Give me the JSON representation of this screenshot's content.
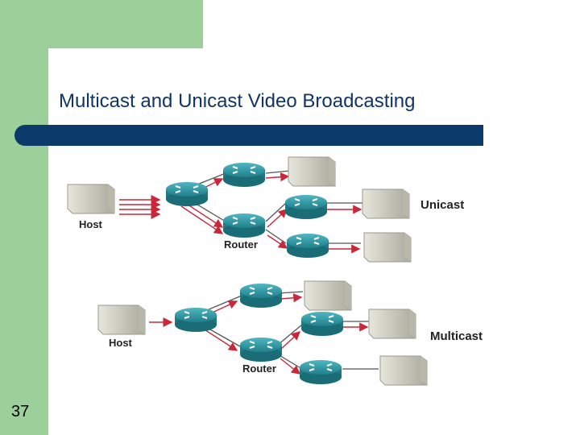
{
  "slide": {
    "title": "Multicast and Unicast Video Broadcasting",
    "page_number": "37"
  },
  "diagram": {
    "unicast": {
      "host_label": "Host",
      "router_label": "Router",
      "mode_label": "Unicast"
    },
    "multicast": {
      "host_label": "Host",
      "router_label": "Router",
      "mode_label": "Multicast"
    }
  },
  "colors": {
    "green": "#9ccf9a",
    "navy": "#0c3b6b",
    "router": "#2f9aa6",
    "host": "#cfcfc2",
    "arrow": "#c8283a"
  }
}
